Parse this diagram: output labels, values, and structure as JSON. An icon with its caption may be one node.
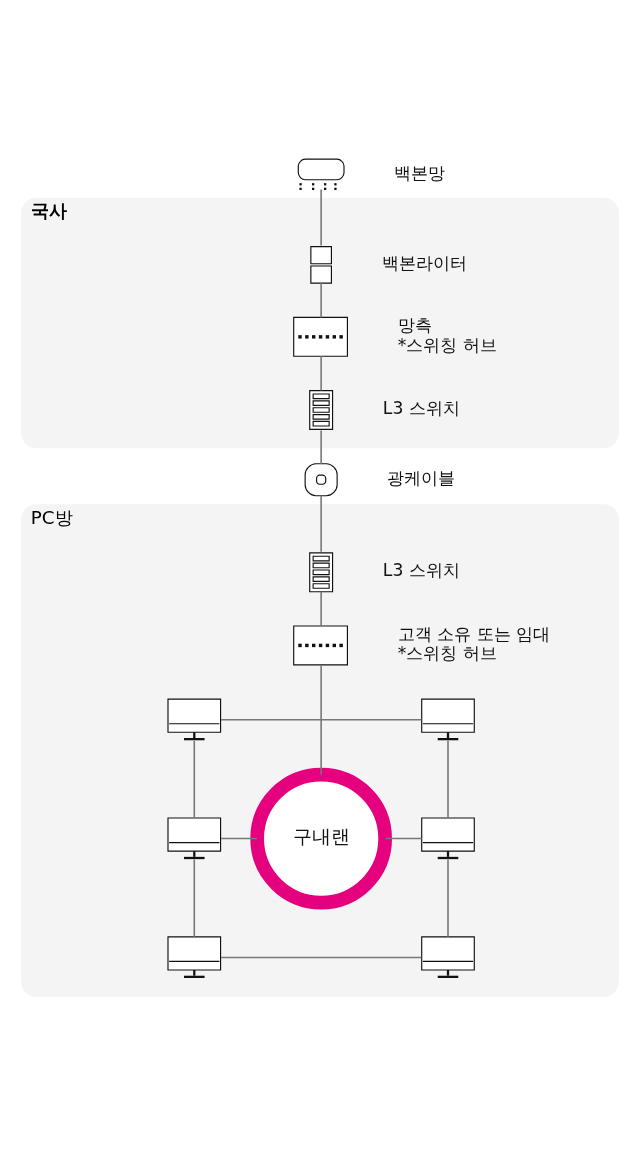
{
  "diagram": {
    "nodes": [
      {
        "text": [],
        "shape": "cloud",
        "beside": [
          "백본망"
        ]
      },
      {
        "text": [
          "국사"
        ]
      },
      {
        "text": [],
        "shape": "picture",
        "in": 1,
        "beside": [
          "백본라이터"
        ]
      },
      {
        "text": [],
        "shape": "picture",
        "in": 1,
        "beside": [
          "망측",
          "*스위칭 허브"
        ]
      },
      {
        "text": [],
        "shape": "picture",
        "in": 1,
        "beside": [
          "L3 스위치"
        ]
      },
      {
        "text": [],
        "shape": "picture",
        "beside": [
          "광케이블"
        ]
      },
      {
        "text": [
          "PC방"
        ]
      },
      {
        "text": [],
        "shape": "picture",
        "in": 6,
        "beside": [
          "L3 스위치"
        ]
      },
      {
        "text": [],
        "shape": "picture",
        "in": 6,
        "beside": [
          "고객 소유 또는 임대",
          "*스위칭 허브"
        ]
      },
      {
        "text": [],
        "shape": "picture",
        "in": 6
      },
      {
        "text": [],
        "shape": "picture",
        "in": 6
      },
      {
        "text": [],
        "shape": "picture",
        "in": 6
      },
      {
        "text": [
          "구내랜"
        ],
        "in": 6
      },
      {
        "text": [],
        "shape": "picture",
        "in": 6
      },
      {
        "text": [],
        "shape": "picture",
        "in": 6
      },
      {
        "text": [],
        "shape": "picture",
        "in": 6
      }
    ],
    "edges": [
      {
        "from": 0,
        "to": 2,
        "arrow": "none"
      },
      {
        "from": 2,
        "to": 3,
        "arrow": "none"
      },
      {
        "from": 3,
        "to": 4,
        "arrow": "none"
      },
      {
        "from": 4,
        "to": 5,
        "arrow": "none"
      },
      {
        "from": 5,
        "to": 7,
        "arrow": "none"
      },
      {
        "from": 7,
        "to": 8,
        "arrow": "none"
      },
      {
        "from": 8,
        "to": 12,
        "arrow": "none"
      },
      {
        "from": 9,
        "to": 10,
        "arrow": "none"
      },
      {
        "from": 9,
        "to": 11,
        "arrow": "none"
      },
      {
        "from": 11,
        "to": 12,
        "arrow": "none"
      },
      {
        "from": 12,
        "to": 13,
        "arrow": "none"
      },
      {
        "from": 10,
        "to": 13,
        "arrow": "none"
      },
      {
        "from": 11,
        "to": 14,
        "arrow": "none"
      },
      {
        "from": 13,
        "to": 15,
        "arrow": "none"
      },
      {
        "from": 14,
        "to": 15,
        "arrow": "none"
      }
    ]
  }
}
